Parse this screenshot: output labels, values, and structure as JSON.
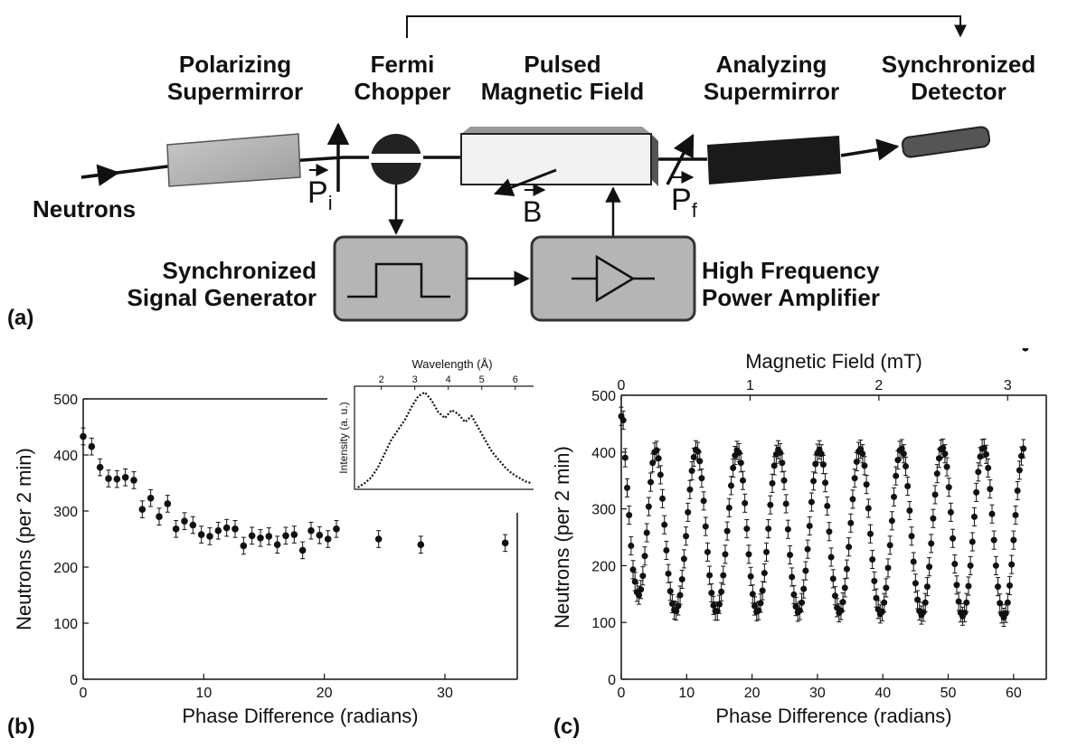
{
  "diagram": {
    "labels": {
      "polarizing_supermirror": [
        "Polarizing",
        "Supermirror"
      ],
      "fermi_chopper": [
        "Fermi",
        "Chopper"
      ],
      "pulsed_magnetic_field": [
        "Pulsed",
        "Magnetic Field"
      ],
      "analyzing_supermirror": [
        "Analyzing",
        "Supermirror"
      ],
      "synchronized_detector": [
        "Synchronized",
        "Detector"
      ],
      "neutrons": "Neutrons",
      "signal_generator": [
        "Synchronized",
        "Signal Generator"
      ],
      "power_amplifier": [
        "High Frequency",
        "Power Amplifier"
      ],
      "pi": "P",
      "pi_sub": "i",
      "b": "B",
      "pf": "P",
      "pf_sub": "f"
    },
    "panel_letter": "(a)"
  },
  "panels": {
    "b": {
      "letter": "(b)"
    },
    "c": {
      "letter": "(c)"
    }
  },
  "chart_data": [
    {
      "id": "b",
      "type": "scatter",
      "xlabel": "Phase Difference  (radians)",
      "ylabel": "Neutrons  (per 2 min)",
      "xlim": [
        0,
        36
      ],
      "ylim": [
        0,
        500
      ],
      "xticks": [
        0,
        10,
        20,
        30
      ],
      "yticks": [
        0,
        100,
        200,
        300,
        400,
        500
      ],
      "x": [
        0,
        0.7,
        1.4,
        2.1,
        2.8,
        3.5,
        4.2,
        4.9,
        5.6,
        6.3,
        7.0,
        7.7,
        8.4,
        9.1,
        9.8,
        10.5,
        11.2,
        11.9,
        12.6,
        13.3,
        14.0,
        14.7,
        15.4,
        16.1,
        16.8,
        17.5,
        18.2,
        18.9,
        19.6,
        20.3,
        21.0,
        24.5,
        28.0,
        35.0
      ],
      "y": [
        433,
        415,
        378,
        358,
        357,
        360,
        355,
        303,
        323,
        290,
        313,
        268,
        282,
        275,
        258,
        255,
        265,
        270,
        268,
        238,
        256,
        252,
        255,
        240,
        256,
        258,
        230,
        265,
        257,
        250,
        268,
        250,
        240,
        243
      ],
      "error": 15,
      "inset": {
        "type": "line",
        "xlabel": "Wavelength  (Å)",
        "ylabel": "Intensity  (a. u.)",
        "xlim": [
          1.2,
          6.6
        ],
        "xticks": [
          2,
          3,
          4,
          5,
          6
        ],
        "x": [
          1.3,
          1.5,
          1.7,
          1.9,
          2.1,
          2.3,
          2.5,
          2.7,
          2.9,
          3.1,
          3.3,
          3.5,
          3.7,
          3.9,
          4.1,
          4.3,
          4.5,
          4.7,
          4.9,
          5.1,
          5.3,
          5.5,
          5.7,
          5.9,
          6.1,
          6.3,
          6.5
        ],
        "y": [
          0.02,
          0.06,
          0.12,
          0.22,
          0.36,
          0.5,
          0.6,
          0.7,
          0.83,
          0.94,
          0.98,
          0.9,
          0.78,
          0.72,
          0.8,
          0.76,
          0.68,
          0.74,
          0.62,
          0.5,
          0.38,
          0.3,
          0.22,
          0.16,
          0.12,
          0.08,
          0.06
        ]
      }
    },
    {
      "id": "c",
      "type": "scatter",
      "xlabel": "Phase Difference  (radians)",
      "ylabel": "Neutrons  (per 2 min)",
      "top_xlabel": "Magnetic Field  (mT)",
      "xlim": [
        0,
        65
      ],
      "ylim": [
        0,
        500
      ],
      "top_xlim": [
        0,
        3.3
      ],
      "xticks": [
        0,
        10,
        20,
        30,
        40,
        50,
        60
      ],
      "top_xticks": [
        0,
        1,
        2,
        3
      ],
      "yticks": [
        0,
        100,
        200,
        300,
        400,
        500
      ],
      "x": [
        0.0,
        0.3,
        0.6,
        0.9,
        1.2,
        1.5,
        1.8,
        2.1,
        2.4,
        2.7,
        3.0,
        3.3,
        3.6,
        3.9,
        4.2,
        4.5,
        4.8,
        5.1,
        5.4,
        5.7,
        6.0,
        6.3,
        6.6,
        6.9,
        7.2,
        7.5,
        7.8,
        8.1,
        8.4,
        8.7,
        9.0,
        9.3,
        9.6,
        9.9,
        10.2,
        10.5,
        10.8,
        11.1,
        11.4,
        11.7,
        12.0,
        12.3,
        12.6,
        12.9,
        13.2,
        13.5,
        13.8,
        14.1,
        14.4,
        14.7,
        15.0,
        15.3,
        15.6,
        15.9,
        16.2,
        16.5,
        16.8,
        17.1,
        17.4,
        17.7,
        18.0,
        18.3,
        18.6,
        18.9,
        19.2,
        19.5,
        19.8,
        20.1,
        20.4,
        20.7,
        21.0,
        21.3,
        21.6,
        21.9,
        22.2,
        22.5,
        22.8,
        23.1,
        23.4,
        23.7,
        24.0,
        24.3,
        24.6,
        24.9,
        25.2,
        25.5,
        25.8,
        26.1,
        26.4,
        26.7,
        27.0,
        27.3,
        27.6,
        27.9,
        28.2,
        28.5,
        28.8,
        29.1,
        29.4,
        29.7,
        30.0,
        30.3,
        30.6,
        30.9,
        31.2,
        31.5,
        31.8,
        32.1,
        32.4,
        32.7,
        33.0,
        33.3,
        33.6,
        33.9,
        34.2,
        34.5,
        34.8,
        35.1,
        35.4,
        35.7,
        36.0,
        36.3,
        36.6,
        36.9,
        37.2,
        37.5,
        37.8,
        38.1,
        38.4,
        38.7,
        39.0,
        39.3,
        39.6,
        39.9,
        40.2,
        40.5,
        40.8,
        41.1,
        41.4,
        41.7,
        42.0,
        42.3,
        42.6,
        42.9,
        43.2,
        43.5,
        43.8,
        44.1,
        44.4,
        44.7,
        45.0,
        45.3,
        45.6,
        45.9,
        46.2,
        46.5,
        46.8,
        47.1,
        47.4,
        47.7,
        48.0,
        48.3,
        48.6,
        48.9,
        49.2,
        49.5,
        49.8,
        50.1,
        50.4,
        50.7,
        51.0,
        51.3,
        51.6,
        51.9,
        52.2,
        52.5,
        52.8,
        53.1,
        53.4,
        53.7,
        54.0,
        54.3,
        54.6,
        54.9,
        55.2,
        55.5,
        55.8,
        56.1,
        56.4,
        56.7,
        57.0,
        57.3,
        57.6,
        57.9,
        58.2,
        58.5,
        58.8,
        59.1,
        59.4,
        59.7,
        60.0,
        60.3,
        60.6,
        60.9,
        61.2,
        61.5,
        61.8
      ],
      "y": [
        463,
        456,
        390,
        337,
        289,
        235,
        193,
        172,
        153,
        148,
        158,
        182,
        217,
        258,
        304,
        347,
        381,
        400,
        403,
        389,
        360,
        318,
        272,
        227,
        186,
        155,
        133,
        122,
        120,
        129,
        148,
        176,
        212,
        252,
        294,
        334,
        367,
        391,
        404,
        401,
        384,
        354,
        314,
        269,
        224,
        183,
        152,
        130,
        120,
        120,
        132,
        154,
        183,
        220,
        261,
        302,
        341,
        372,
        394,
        403,
        399,
        381,
        350,
        310,
        265,
        220,
        181,
        150,
        129,
        119,
        121,
        134,
        156,
        187,
        224,
        265,
        307,
        345,
        376,
        396,
        404,
        399,
        381,
        350,
        309,
        264,
        219,
        180,
        149,
        128,
        118,
        121,
        135,
        159,
        191,
        229,
        270,
        312,
        349,
        379,
        398,
        404,
        397,
        378,
        346,
        305,
        260,
        215,
        177,
        147,
        126,
        117,
        121,
        136,
        161,
        194,
        233,
        275,
        317,
        354,
        383,
        401,
        405,
        397,
        376,
        343,
        301,
        256,
        211,
        173,
        143,
        123,
        115,
        119,
        135,
        161,
        196,
        236,
        279,
        321,
        358,
        386,
        403,
        406,
        397,
        375,
        340,
        297,
        252,
        207,
        169,
        140,
        120,
        113,
        118,
        135,
        163,
        198,
        239,
        283,
        325,
        362,
        389,
        405,
        407,
        397,
        374,
        338,
        294,
        248,
        203,
        166,
        137,
        117,
        111,
        117,
        135,
        164,
        200,
        242,
        286,
        329,
        365,
        392,
        406,
        407,
        396,
        372,
        335,
        291,
        245,
        200,
        163,
        134,
        115,
        109,
        116,
        135,
        165,
        202,
        245,
        289,
        332,
        368,
        393,
        406
      ],
      "error": 16
    }
  ]
}
